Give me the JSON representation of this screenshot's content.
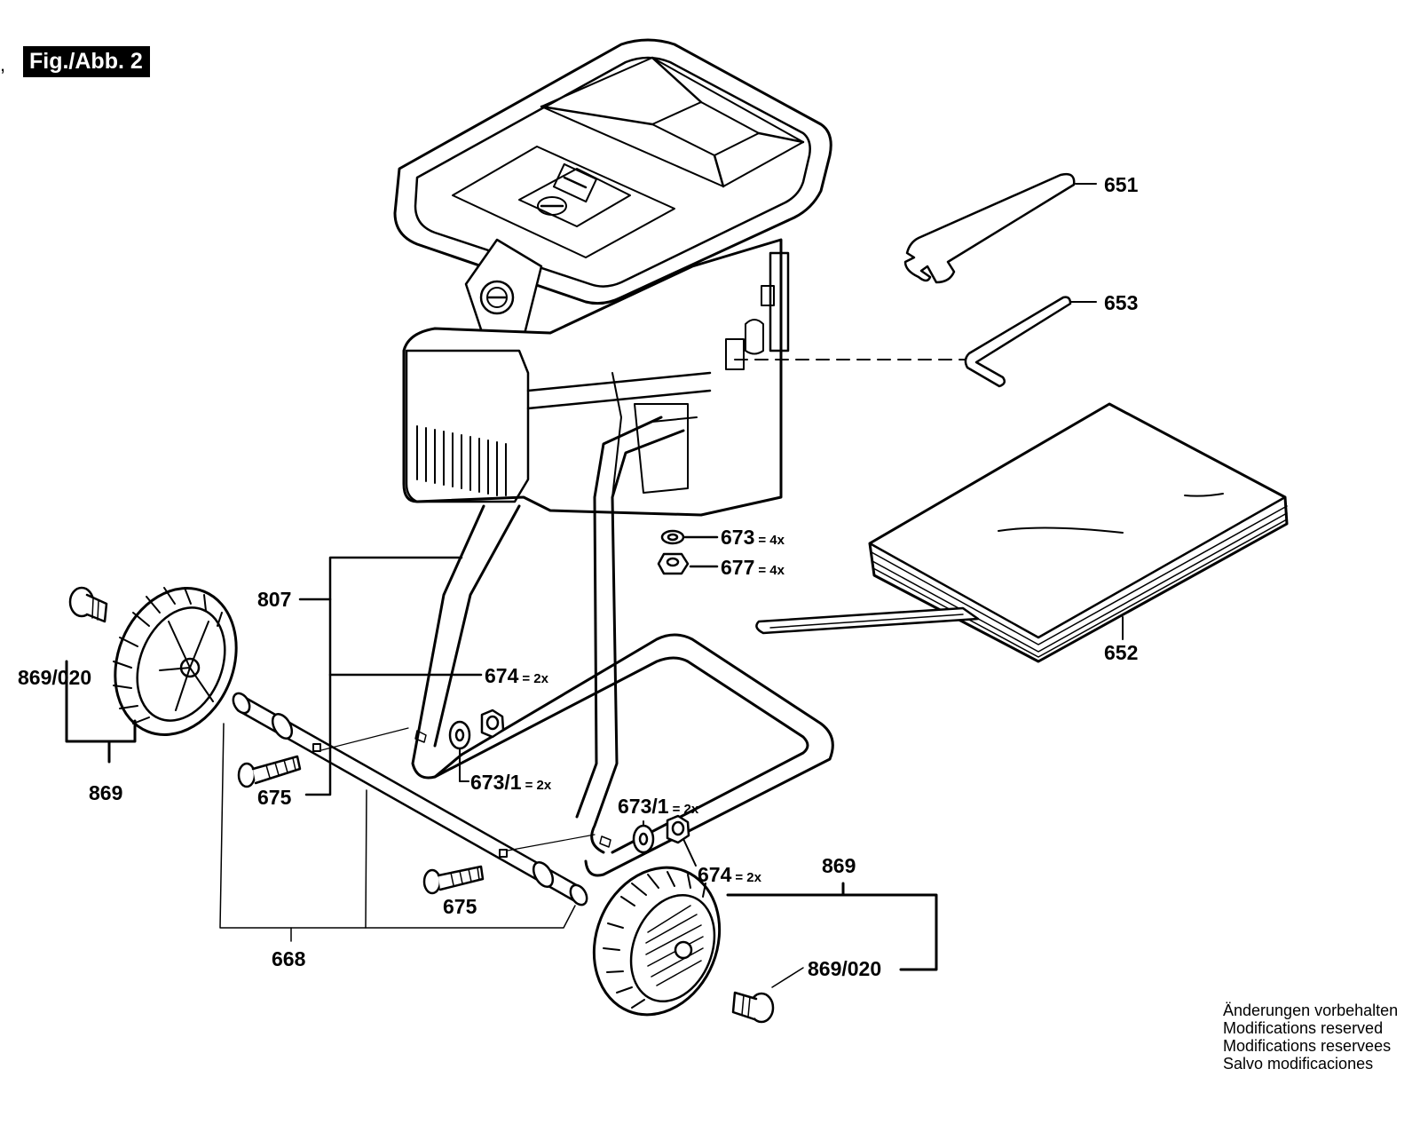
{
  "figure": {
    "title": "Fig./Abb. 2"
  },
  "parts": {
    "p651": "651",
    "p653": "653",
    "p652": "652",
    "p673": "673",
    "p677": "677",
    "p807": "807",
    "p674_left": "674",
    "p869_020_left": "869/020",
    "p869_left": "869",
    "p675_left": "675",
    "p673_1_left": "673/1",
    "p673_1_right": "673/1",
    "p674_right": "674",
    "p869_right": "869",
    "p675_right": "675",
    "p668": "668",
    "p869_020_right": "869/020"
  },
  "quantities": {
    "q673": "= 4x",
    "q677": "= 4x",
    "q674_left": "= 2x",
    "q673_1_left": "= 2x",
    "q673_1_right": "= 2x",
    "q674_right": "= 2x"
  },
  "notes": [
    "Änderungen vorbehalten",
    "Modifications reserved",
    "Modifications reservees",
    "Salvo modificaciones"
  ]
}
